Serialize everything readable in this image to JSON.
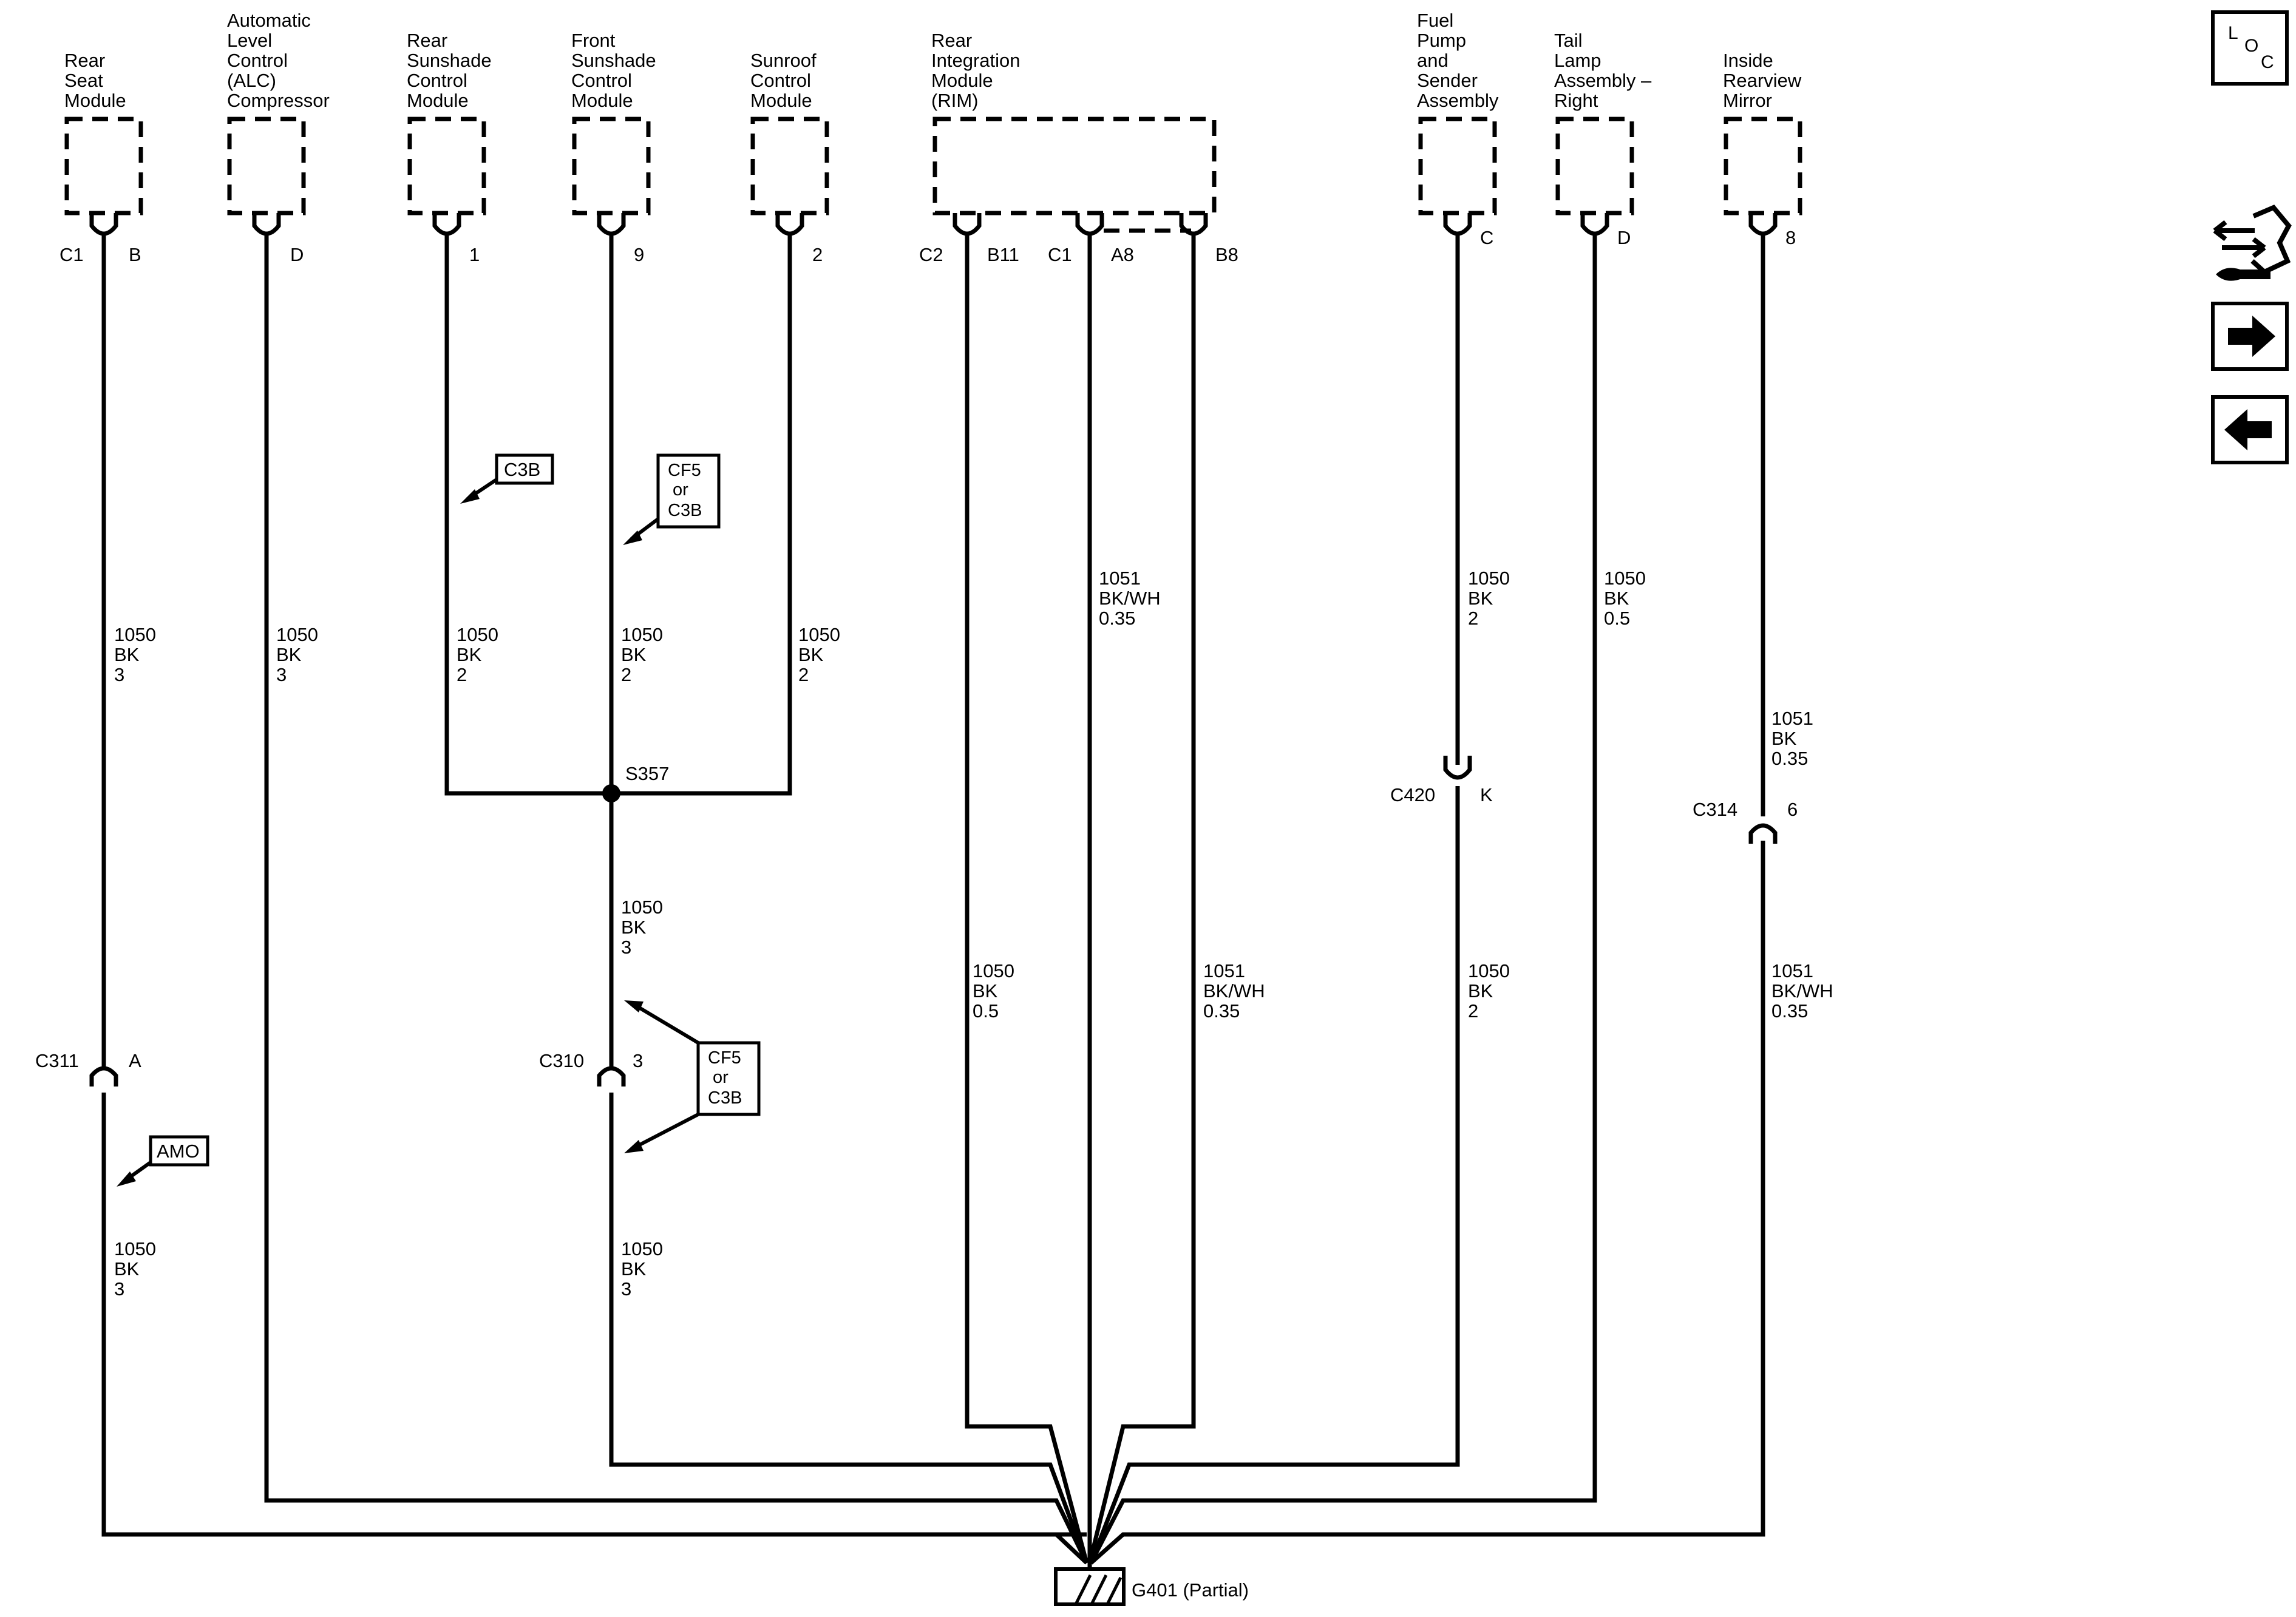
{
  "components": {
    "rear_seat": {
      "name": [
        "Rear",
        "Seat",
        "Module"
      ],
      "conn": "C1",
      "pin": "B"
    },
    "alc": {
      "name": [
        "Automatic",
        "Level",
        "Control",
        "(ALC)",
        "Compressor"
      ],
      "pin": "D"
    },
    "rear_sunshade": {
      "name": [
        "Rear",
        "Sunshade",
        "Control",
        "Module"
      ],
      "pin": "1"
    },
    "front_sunshade": {
      "name": [
        "Front",
        "Sunshade",
        "Control",
        "Module"
      ],
      "pin": "9"
    },
    "sunroof": {
      "name": [
        "Sunroof",
        "Control",
        "Module"
      ],
      "pin": "2"
    },
    "rim": {
      "name": [
        "Rear",
        "Integration",
        "Module",
        "(RIM)"
      ],
      "conn1": "C2",
      "pin1": "B11",
      "conn2": "C1",
      "pin2": "A8",
      "pin3": "B8"
    },
    "fuel_pump": {
      "name": [
        "Fuel",
        "Pump",
        "and",
        "Sender",
        "Assembly"
      ],
      "pin": "C"
    },
    "tail_lamp": {
      "name": [
        "Tail",
        "Lamp",
        "Assembly –",
        "Right"
      ],
      "pin": "D"
    },
    "mirror": {
      "name": [
        "Inside",
        "Rearview",
        "Mirror"
      ],
      "pin": "8"
    }
  },
  "wires": {
    "rear_seat_upper": [
      "1050",
      "BK",
      "3"
    ],
    "rear_seat_lower": [
      "1050",
      "BK",
      "3"
    ],
    "alc": [
      "1050",
      "BK",
      "3"
    ],
    "rear_sunshade": [
      "1050",
      "BK",
      "2"
    ],
    "front_sunshade": [
      "1050",
      "BK",
      "2"
    ],
    "sunroof": [
      "1050",
      "BK",
      "2"
    ],
    "splice_to_c310": [
      "1050",
      "BK",
      "3"
    ],
    "c310_to_ground": [
      "1050",
      "BK",
      "3"
    ],
    "rim_b11": [
      "1050",
      "BK",
      "0.5"
    ],
    "rim_a8": [
      "1051",
      "BK/WH",
      "0.35"
    ],
    "rim_b8": [
      "1051",
      "BK/WH",
      "0.35"
    ],
    "fuel_upper": [
      "1050",
      "BK",
      "2"
    ],
    "fuel_lower": [
      "1050",
      "BK",
      "2"
    ],
    "tail_lamp": [
      "1050",
      "BK",
      "0.5"
    ],
    "mirror_upper": [
      "1051",
      "BK",
      "0.35"
    ],
    "mirror_lower": [
      "1051",
      "BK/WH",
      "0.35"
    ]
  },
  "inline_connectors": {
    "c311": {
      "name": "C311",
      "pin": "A"
    },
    "c310": {
      "name": "C310",
      "pin": "3"
    },
    "c420": {
      "name": "C420",
      "pin": "K"
    },
    "c314": {
      "name": "C314",
      "pin": "6"
    }
  },
  "splice": "S357",
  "ground": "G401 (Partial)",
  "callouts": {
    "c3b": [
      "C3B"
    ],
    "cf5_upper": [
      "CF5",
      "or",
      "C3B"
    ],
    "cf5_lower": [
      "CF5",
      "or",
      "C3B"
    ],
    "amo": [
      "AMO"
    ]
  },
  "side_buttons": {
    "loc": {
      "l": "L",
      "o": "O",
      "c": "C"
    },
    "icons": [
      "component-connector-icon",
      "next-arrow-icon",
      "previous-arrow-icon"
    ]
  }
}
